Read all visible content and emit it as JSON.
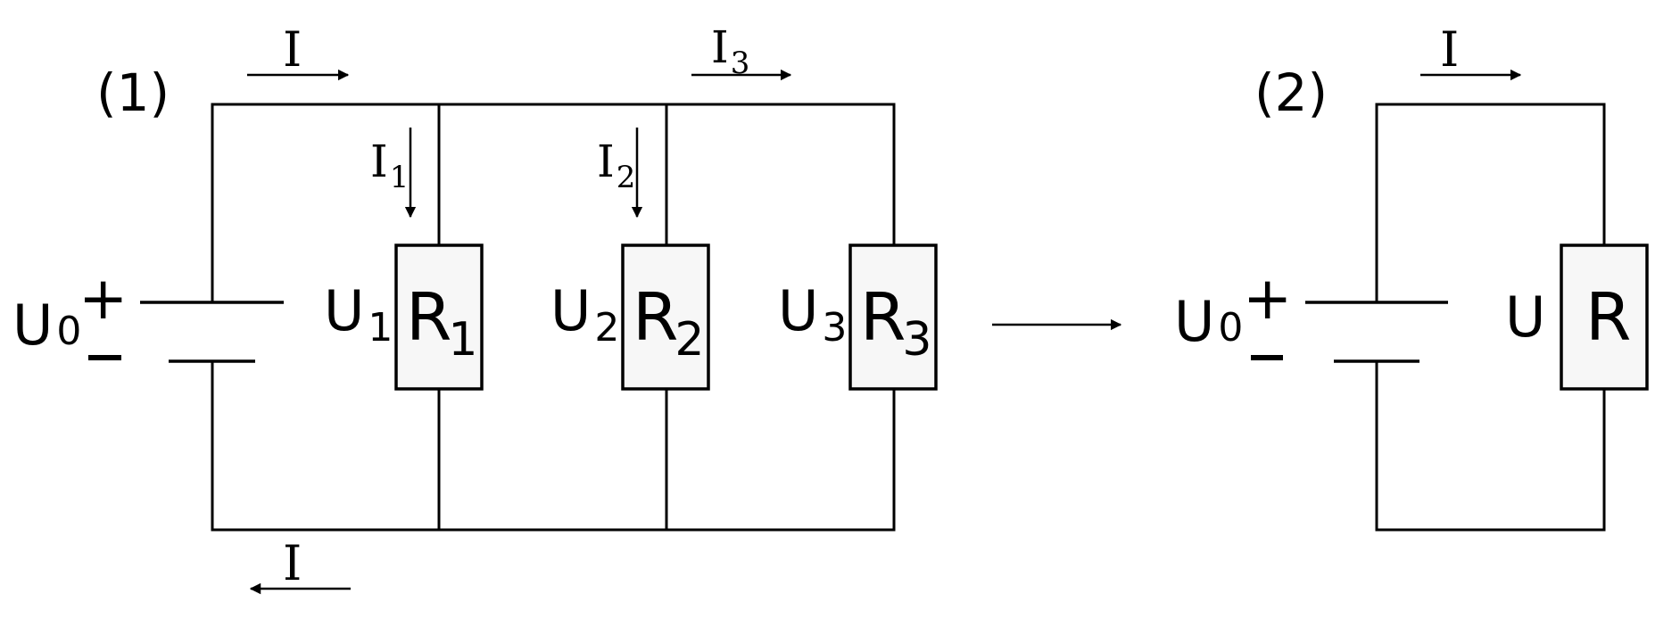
{
  "circuit1": {
    "label": "(1)",
    "source": {
      "symbol": "U",
      "sub": "0",
      "plus": "+",
      "minus": "−"
    },
    "currents": {
      "main_top": {
        "symbol": "I",
        "sub": ""
      },
      "main_bottom": {
        "symbol": "I",
        "sub": ""
      },
      "i1": {
        "symbol": "I",
        "sub": "1"
      },
      "i2": {
        "symbol": "I",
        "sub": "2"
      },
      "i3": {
        "symbol": "I",
        "sub": "3"
      }
    },
    "branches": [
      {
        "voltage": "U",
        "voltage_sub": "1",
        "resistor": "R",
        "resistor_sub": "1"
      },
      {
        "voltage": "U",
        "voltage_sub": "2",
        "resistor": "R",
        "resistor_sub": "2"
      },
      {
        "voltage": "U",
        "voltage_sub": "3",
        "resistor": "R",
        "resistor_sub": "3"
      }
    ]
  },
  "circuit2": {
    "label": "(2)",
    "source": {
      "symbol": "U",
      "sub": "0",
      "plus": "+",
      "minus": "−"
    },
    "current": {
      "symbol": "I"
    },
    "voltage": "U",
    "resistor": "R"
  }
}
